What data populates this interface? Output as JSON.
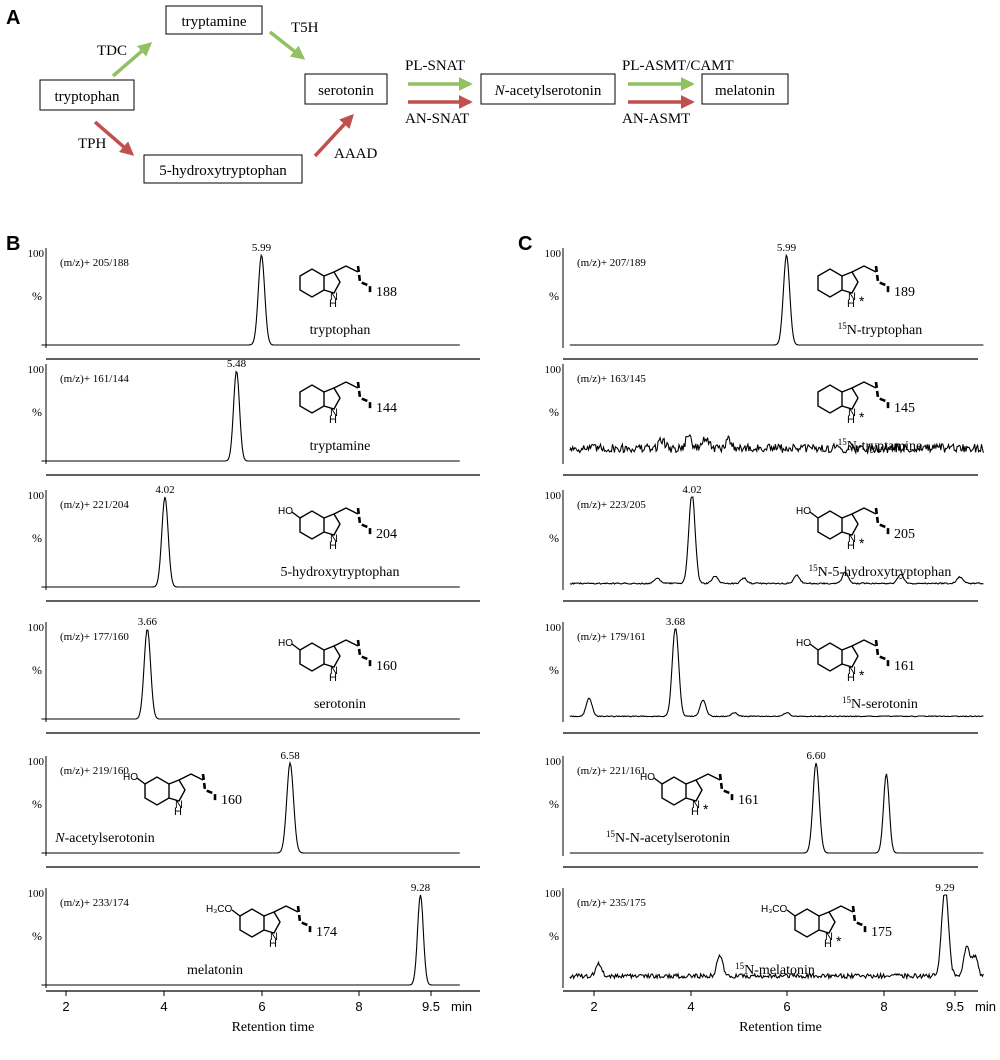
{
  "panel_labels": {
    "a": "A",
    "b": "B",
    "c": "C"
  },
  "pathway": {
    "nodes": {
      "tryptophan": "tryptophan",
      "tryptamine": "tryptamine",
      "hydroxytryptophan": "5-hydroxytryptophan",
      "serotonin": "serotonin",
      "acetylserotonin_prefix": "N",
      "acetylserotonin_rest": "-acetylserotonin",
      "melatonin": "melatonin"
    },
    "enzymes": {
      "tdc": "TDC",
      "t5h": "T5H",
      "tph": "TPH",
      "aaad": "AAAD",
      "pl_snat": "PL-SNAT",
      "an_snat": "AN-SNAT",
      "pl_asmt": "PL-ASMT/CAMT",
      "an_asmt": "AN-ASMT"
    },
    "colors": {
      "green": "#92c162",
      "red": "#c0504d"
    }
  },
  "axis": {
    "xlabel": "Retention time",
    "unit": "min",
    "percent_symbol": "%",
    "y_tick": "100"
  },
  "chart_data": [
    {
      "panel": "B",
      "type": "line",
      "x_ticks": [
        "2",
        "4",
        "6",
        "8",
        "9.5"
      ],
      "xlim": [
        1.5,
        10.1
      ],
      "ylim": [
        0,
        100
      ],
      "traces": [
        {
          "mrm": "(m/z)+ 205/188",
          "compound": "tryptophan",
          "fragment": "188",
          "peak_time": 5.99,
          "peak_label": "5.99",
          "peak_width": 0.065,
          "noise": 0,
          "extra_peaks": []
        },
        {
          "mrm": "(m/z)+ 161/144",
          "compound": "tryptamine",
          "fragment": "144",
          "peak_time": 5.48,
          "peak_label": "5.48",
          "peak_width": 0.06,
          "noise": 0,
          "extra_peaks": []
        },
        {
          "mrm": "(m/z)+ 221/204",
          "compound": "5-hydroxytryptophan",
          "fragment": "204",
          "peak_time": 4.02,
          "peak_label": "4.02",
          "peak_width": 0.065,
          "noise": 0,
          "extra_peaks": []
        },
        {
          "mrm": "(m/z)+ 177/160",
          "compound": "serotonin",
          "fragment": "160",
          "peak_time": 3.66,
          "peak_label": "3.66",
          "peak_width": 0.065,
          "noise": 0,
          "extra_peaks": []
        },
        {
          "mrm": "(m/z)+ 219/160",
          "compound_prefix": "N",
          "compound": "-acetylserotonin",
          "fragment": "160",
          "peak_time": 6.58,
          "peak_label": "6.58",
          "peak_width": 0.07,
          "noise": 0,
          "extra_peaks": []
        },
        {
          "mrm": "(m/z)+ 233/174",
          "compound": "melatonin",
          "fragment": "174",
          "peak_time": 9.28,
          "peak_label": "9.28",
          "peak_width": 0.06,
          "noise": 0,
          "extra_peaks": []
        }
      ]
    },
    {
      "panel": "C",
      "type": "line",
      "x_ticks": [
        "2",
        "4",
        "6",
        "8",
        "9.5"
      ],
      "xlim": [
        1.5,
        10.1
      ],
      "ylim": [
        0,
        100
      ],
      "traces": [
        {
          "mrm": "(m/z)+ 207/189",
          "compound": "N-tryptophan",
          "isotope": "15",
          "fragment": "189",
          "peak_time": 5.99,
          "peak_label": "5.99",
          "peak_width": 0.065,
          "noise": 0,
          "extra_peaks": []
        },
        {
          "mrm": "(m/z)+ 163/145",
          "compound": "N-tryptamine",
          "isotope": "15",
          "fragment": "145",
          "peak_time": null,
          "peak_label": "",
          "peak_width": 0.06,
          "noise": 10,
          "baseline": 14,
          "extra_peaks": [
            [
              3.4,
              10
            ],
            [
              3.95,
              14
            ],
            [
              4.3,
              12
            ],
            [
              4.8,
              10
            ]
          ]
        },
        {
          "mrm": "(m/z)+ 223/205",
          "compound": "N-5-hydroxytryptophan",
          "isotope": "15",
          "fragment": "205",
          "peak_time": 4.02,
          "peak_label": "4.02",
          "peak_width": 0.065,
          "noise": 1.5,
          "baseline": 4,
          "extra_peaks": [
            [
              3.3,
              6
            ],
            [
              4.5,
              8
            ],
            [
              5.1,
              6
            ],
            [
              6.2,
              9
            ],
            [
              7.2,
              12
            ],
            [
              8.35,
              10
            ],
            [
              9.6,
              7
            ]
          ]
        },
        {
          "mrm": "(m/z)+ 179/161",
          "compound": "N-serotonin",
          "isotope": "15",
          "fragment": "161",
          "peak_time": 3.68,
          "peak_label": "3.68",
          "peak_width": 0.065,
          "noise": 1,
          "baseline": 3,
          "extra_peaks": [
            [
              1.9,
              20
            ],
            [
              4.25,
              18
            ],
            [
              4.9,
              4
            ],
            [
              6.0,
              4
            ]
          ]
        },
        {
          "mrm": "(m/z)+ 221/161",
          "compound": "N-N-acetylserotonin",
          "isotope": "15",
          "fragment": "161",
          "peak_time": 6.6,
          "peak_label": "6.60",
          "peak_width": 0.065,
          "noise": 0,
          "extra_peaks": [
            [
              8.05,
              88
            ]
          ]
        },
        {
          "mrm": "(m/z)+ 235/175",
          "compound": "N-melatonin",
          "isotope": "15",
          "fragment": "175",
          "peak_time": 9.29,
          "peak_label": "9.29",
          "peak_width": 0.07,
          "noise": 5,
          "baseline": 10,
          "extra_peaks": [
            [
              2.1,
              14
            ],
            [
              4.6,
              24
            ],
            [
              9.75,
              32
            ],
            [
              9.92,
              22
            ]
          ]
        }
      ]
    }
  ]
}
